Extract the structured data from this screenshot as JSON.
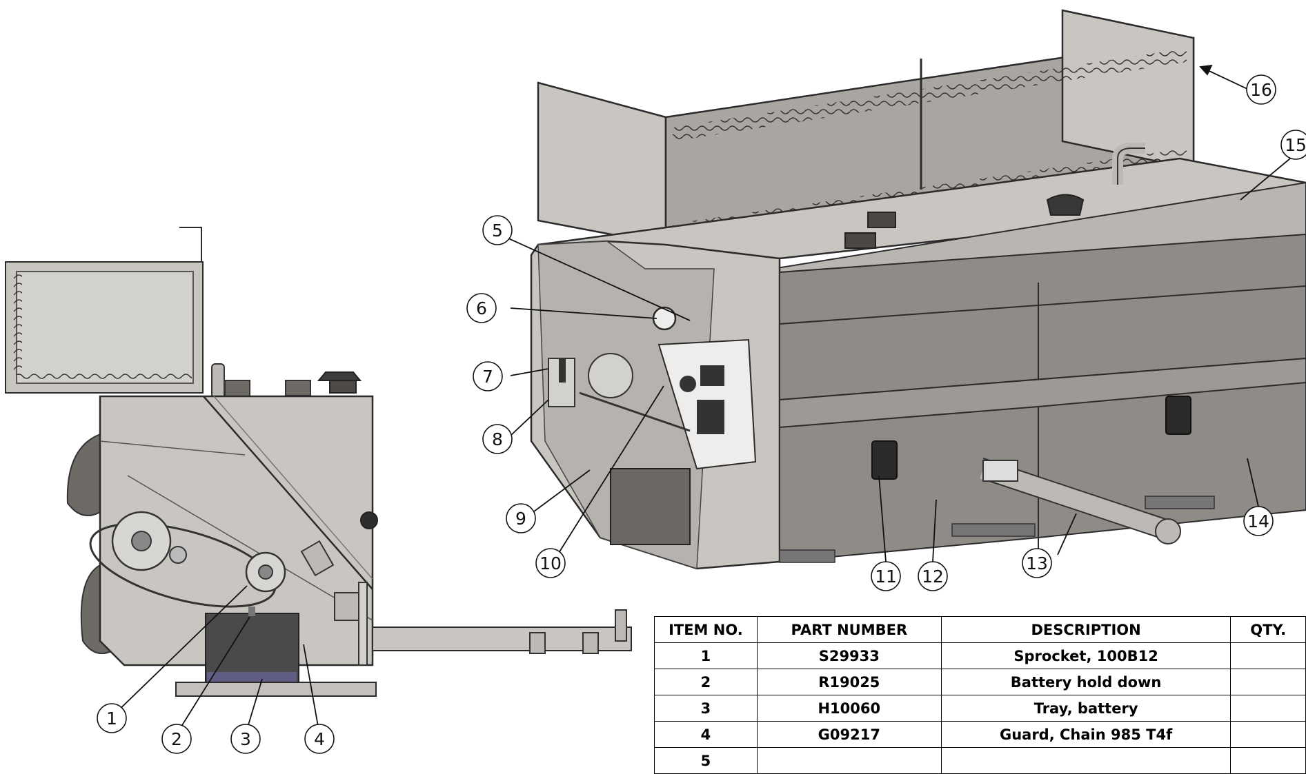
{
  "bom_table": {
    "headers": [
      "ITEM NO.",
      "PART NUMBER",
      "DESCRIPTION",
      "QTY."
    ],
    "rows": [
      {
        "item": "1",
        "part_number": "S29933",
        "description": "Sprocket, 100B12",
        "qty": ""
      },
      {
        "item": "2",
        "part_number": "R19025",
        "description": "Battery hold down",
        "qty": ""
      },
      {
        "item": "3",
        "part_number": "H10060",
        "description": "Tray, battery",
        "qty": ""
      },
      {
        "item": "4",
        "part_number": "G09217",
        "description": "Guard, Chain 985 T4f",
        "qty": ""
      },
      {
        "item": "5",
        "part_number": "",
        "description": "",
        "qty": ""
      }
    ]
  },
  "callouts": [
    "1",
    "2",
    "3",
    "4",
    "5",
    "6",
    "7",
    "8",
    "9",
    "10",
    "11",
    "12",
    "13",
    "14",
    "15",
    "16"
  ],
  "colors": {
    "panel": "#c9c6c1",
    "panel_dark": "#8f8b86",
    "outline": "#2b2b2b",
    "battery": "#4a4a4a"
  }
}
